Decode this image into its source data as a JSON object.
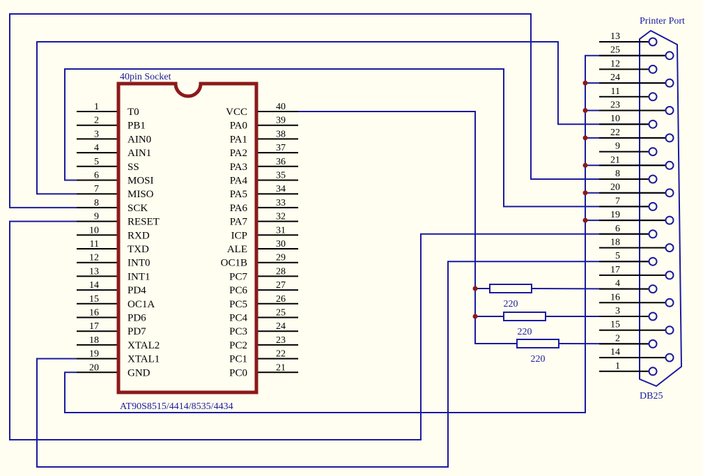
{
  "chip": {
    "title": "40pin Socket",
    "part": "AT90S8515/4414/8535/4434",
    "left_pins": [
      {
        "num": "1",
        "name": "T0"
      },
      {
        "num": "2",
        "name": "PB1"
      },
      {
        "num": "3",
        "name": "AIN0"
      },
      {
        "num": "4",
        "name": "AIN1"
      },
      {
        "num": "5",
        "name": "SS"
      },
      {
        "num": "6",
        "name": "MOSI"
      },
      {
        "num": "7",
        "name": "MISO"
      },
      {
        "num": "8",
        "name": "SCK"
      },
      {
        "num": "9",
        "name": "RESET"
      },
      {
        "num": "10",
        "name": "RXD"
      },
      {
        "num": "11",
        "name": "TXD"
      },
      {
        "num": "12",
        "name": "INT0"
      },
      {
        "num": "13",
        "name": "INT1"
      },
      {
        "num": "14",
        "name": "PD4"
      },
      {
        "num": "15",
        "name": "OC1A"
      },
      {
        "num": "16",
        "name": "PD6"
      },
      {
        "num": "17",
        "name": "PD7"
      },
      {
        "num": "18",
        "name": "XTAL2"
      },
      {
        "num": "19",
        "name": "XTAL1"
      },
      {
        "num": "20",
        "name": "GND"
      }
    ],
    "right_pins": [
      {
        "num": "40",
        "name": "VCC"
      },
      {
        "num": "39",
        "name": "PA0"
      },
      {
        "num": "38",
        "name": "PA1"
      },
      {
        "num": "37",
        "name": "PA2"
      },
      {
        "num": "36",
        "name": "PA3"
      },
      {
        "num": "35",
        "name": "PA4"
      },
      {
        "num": "34",
        "name": "PA5"
      },
      {
        "num": "33",
        "name": "PA6"
      },
      {
        "num": "32",
        "name": "PA7"
      },
      {
        "num": "31",
        "name": "ICP"
      },
      {
        "num": "30",
        "name": "ALE"
      },
      {
        "num": "29",
        "name": "OC1B"
      },
      {
        "num": "28",
        "name": "PC7"
      },
      {
        "num": "27",
        "name": "PC6"
      },
      {
        "num": "26",
        "name": "PC5"
      },
      {
        "num": "25",
        "name": "PC4"
      },
      {
        "num": "24",
        "name": "PC3"
      },
      {
        "num": "23",
        "name": "PC2"
      },
      {
        "num": "22",
        "name": "PC1"
      },
      {
        "num": "21",
        "name": "PC0"
      }
    ]
  },
  "connector": {
    "title": "Printer Port",
    "part": "DB25",
    "pins": [
      "13",
      "25",
      "12",
      "24",
      "11",
      "23",
      "10",
      "22",
      "9",
      "21",
      "8",
      "20",
      "7",
      "19",
      "6",
      "18",
      "5",
      "17",
      "4",
      "16",
      "3",
      "15",
      "2",
      "14",
      "1"
    ]
  },
  "resistors": [
    {
      "value": "220"
    },
    {
      "value": "220"
    },
    {
      "value": "220"
    }
  ],
  "colors": {
    "background": "#fffef0",
    "chip_outline": "#8b1a1a",
    "wire": "#1a1aa0",
    "junction": "#8b1a1a",
    "pin_line": "#000000"
  }
}
